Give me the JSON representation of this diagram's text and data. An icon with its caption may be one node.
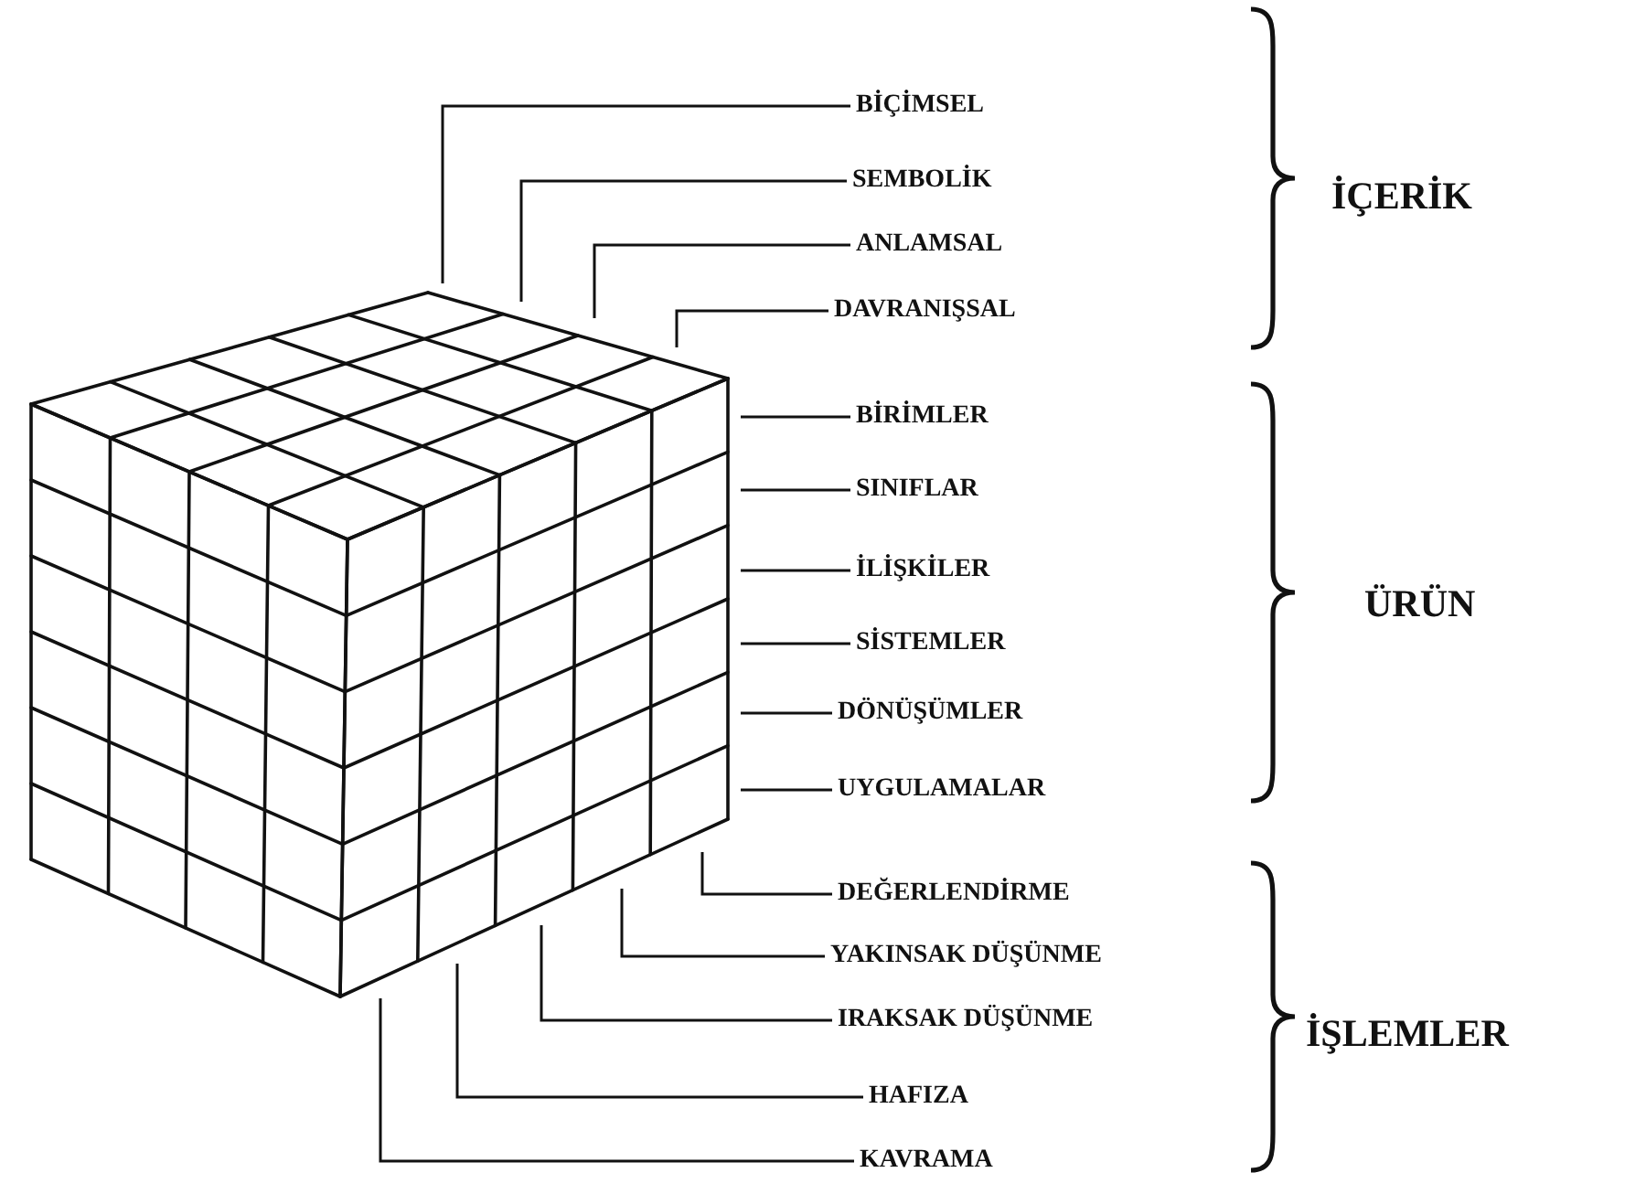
{
  "diagram": {
    "nodes": [
      {
        "text": [
          "BİÇİMSEL"
        ]
      },
      {
        "text": [
          "SEMBOLİK"
        ]
      },
      {
        "text": [
          "ANLAMSAL"
        ]
      },
      {
        "text": [
          "DAVRANIŞSAL"
        ]
      },
      {
        "text": [
          "BİRİMLER"
        ]
      },
      {
        "text": [
          "SINIFLAR"
        ]
      },
      {
        "text": [
          "İLİŞKİLER"
        ]
      },
      {
        "text": [
          "SİSTEMLER"
        ]
      },
      {
        "text": [
          "DÖNÜŞÜMLER"
        ]
      },
      {
        "text": [
          "UYGULAMALAR"
        ]
      },
      {
        "text": [
          "DEĞERLENDİRME"
        ]
      },
      {
        "text": [
          "YAKINSAK DÜŞÜNME"
        ]
      },
      {
        "text": [
          "IRAKSAK DÜŞÜNME"
        ]
      },
      {
        "text": [
          "HAFIZA"
        ]
      },
      {
        "text": [
          "KAVRAMA"
        ]
      }
    ],
    "edges": [
      {
        "from": 0,
        "to": null,
        "arrow": "none"
      },
      {
        "from": 1,
        "to": null,
        "arrow": "none"
      },
      {
        "from": 2,
        "to": null,
        "arrow": "none"
      },
      {
        "from": 3,
        "to": null,
        "arrow": "none"
      },
      {
        "from": 4,
        "to": null,
        "arrow": "none"
      },
      {
        "from": 5,
        "to": null,
        "arrow": "none"
      },
      {
        "from": 6,
        "to": null,
        "arrow": "none"
      },
      {
        "from": 7,
        "to": null,
        "arrow": "none"
      },
      {
        "from": 8,
        "to": null,
        "arrow": "none"
      },
      {
        "from": 9,
        "to": null,
        "arrow": "none"
      },
      {
        "from": 10,
        "to": null,
        "arrow": "none"
      },
      {
        "from": 11,
        "to": null,
        "arrow": "none"
      },
      {
        "from": 12,
        "to": null,
        "arrow": "none"
      },
      {
        "from": 13,
        "to": null,
        "arrow": "none"
      },
      {
        "from": 14,
        "to": null,
        "arrow": "none"
      }
    ],
    "labels": [
      "İÇERİK",
      "ÜRÜN",
      "İŞLEMLER"
    ]
  }
}
